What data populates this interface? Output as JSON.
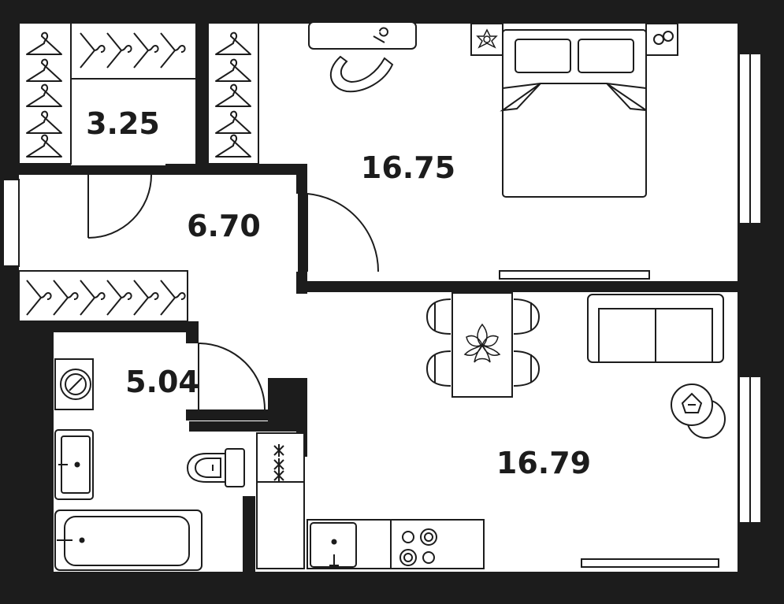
{
  "colors": {
    "wall": "#1c1c1c",
    "floor": "#ffffff",
    "line": "#1c1c1c"
  },
  "rooms": [
    {
      "id": "wardrobe",
      "area": "3.25"
    },
    {
      "id": "bedroom",
      "area": "16.75"
    },
    {
      "id": "hall",
      "area": "6.70"
    },
    {
      "id": "bathroom",
      "area": "5.04"
    },
    {
      "id": "kitchen-living",
      "area": "16.79"
    }
  ],
  "furniture_icons": [
    "hanger-icon",
    "bed-icon",
    "nightstand-icon",
    "desk-icon",
    "chair-icon",
    "dining-table-icon",
    "flower-icon",
    "sofa-icon",
    "armchair-icon",
    "washing-machine-icon",
    "sink-icon",
    "toilet-icon",
    "bathtub-icon",
    "stove-icon",
    "radiator-icon",
    "door-icon",
    "window-icon"
  ]
}
